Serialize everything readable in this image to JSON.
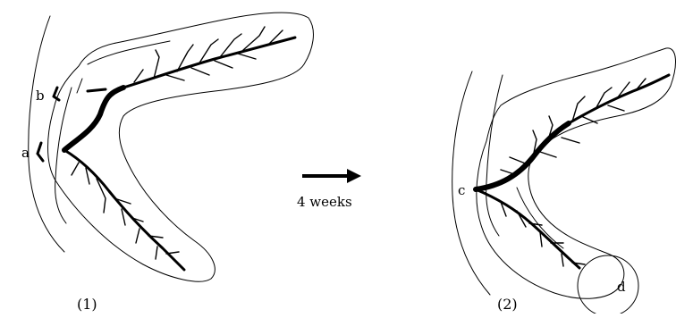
{
  "diagram": {
    "panel1": {
      "caption": "(1)",
      "labels": {
        "a": "a",
        "b": "b"
      }
    },
    "arrow": {
      "label": "4 weeks"
    },
    "panel2": {
      "caption": "(2)",
      "labels": {
        "c": "c",
        "d": "d"
      }
    }
  }
}
